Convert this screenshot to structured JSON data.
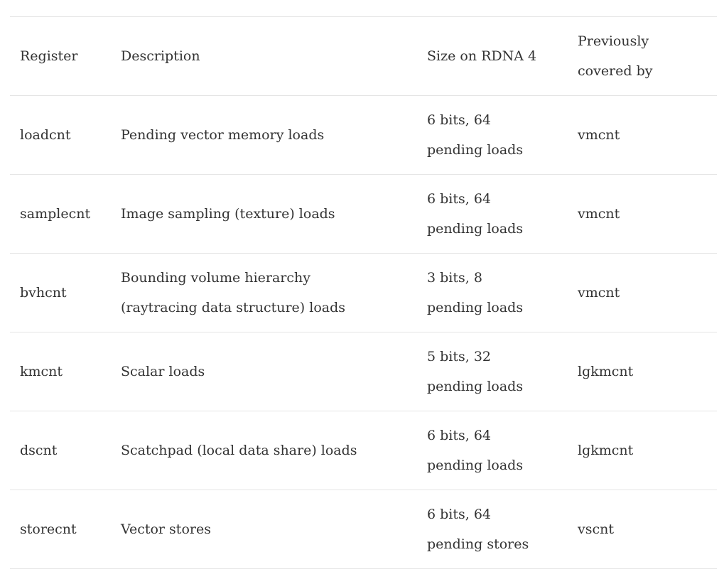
{
  "colors": {
    "text": "#333333",
    "divider": "#e5e5e5",
    "background": "#ffffff"
  },
  "table": {
    "columns": {
      "register": "Register",
      "description": "Description",
      "size": "Size on RDNA 4",
      "previously": "Previously\ncovered by"
    },
    "rows": [
      {
        "register": "loadcnt",
        "description": "Pending vector memory loads",
        "size": "6 bits, 64\npending loads",
        "previously": "vmcnt"
      },
      {
        "register": "samplecnt",
        "description": "Image sampling (texture) loads",
        "size": "6 bits, 64\npending loads",
        "previously": "vmcnt"
      },
      {
        "register": "bvhcnt",
        "description": "Bounding volume hierarchy\n(raytracing data structure) loads",
        "size": "3 bits, 8\npending loads",
        "previously": "vmcnt"
      },
      {
        "register": "kmcnt",
        "description": "Scalar loads",
        "size": "5 bits, 32\npending loads",
        "previously": "lgkmcnt"
      },
      {
        "register": "dscnt",
        "description": "Scatchpad (local data share) loads",
        "size": "6 bits, 64\npending loads",
        "previously": "lgkmcnt"
      },
      {
        "register": "storecnt",
        "description": "Vector stores",
        "size": "6 bits, 64\npending stores",
        "previously": "vscnt"
      }
    ]
  }
}
